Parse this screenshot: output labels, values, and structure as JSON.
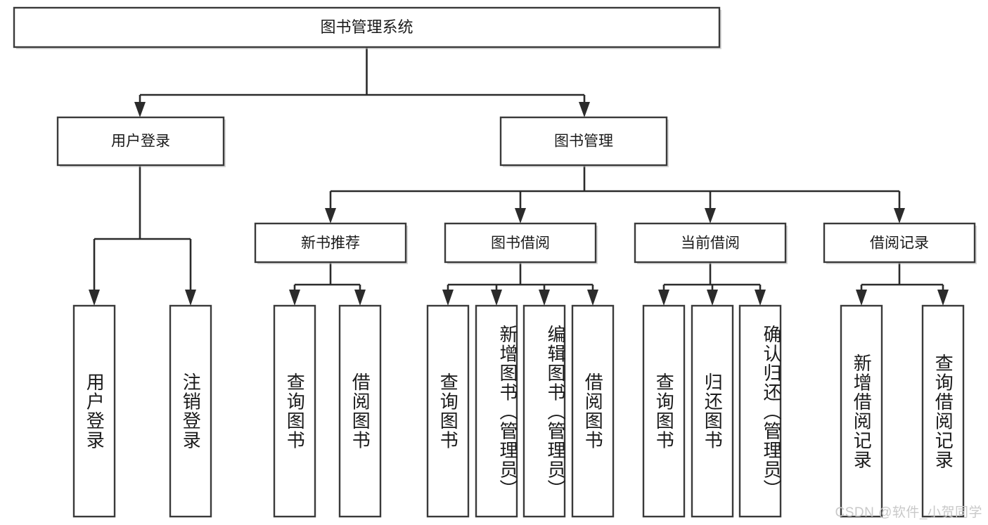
{
  "diagram": {
    "title": "图书管理系统",
    "type": "tree",
    "watermark": "CSDN @软件_小贺同学",
    "colors": {
      "box_border": "#3a3a3a",
      "box_fill": "#ffffff",
      "connector": "#2b2b2b",
      "text": "#1a1a1a",
      "watermark": "#c9c9c9"
    },
    "root": {
      "label": "图书管理系统"
    },
    "level1": [
      {
        "label": "用户登录"
      },
      {
        "label": "图书管理"
      }
    ],
    "level2": [
      {
        "label": "新书推荐"
      },
      {
        "label": "图书借阅"
      },
      {
        "label": "当前借阅"
      },
      {
        "label": "借阅记录"
      }
    ],
    "leaves": [
      {
        "label": "用户登录",
        "parent": "用户登录"
      },
      {
        "label": "注销登录",
        "parent": "用户登录"
      },
      {
        "label": "查询图书",
        "parent": "新书推荐"
      },
      {
        "label": "借阅图书",
        "parent": "新书推荐"
      },
      {
        "label": "查询图书",
        "parent": "图书借阅"
      },
      {
        "label": "新增图书（管理员）",
        "parent": "图书借阅"
      },
      {
        "label": "编辑图书（管理员）",
        "parent": "图书借阅"
      },
      {
        "label": "借阅图书",
        "parent": "图书借阅"
      },
      {
        "label": "查询图书",
        "parent": "当前借阅"
      },
      {
        "label": "归还图书",
        "parent": "当前借阅"
      },
      {
        "label": "确认归还（管理员）",
        "parent": "当前借阅"
      },
      {
        "label": "新增借阅记录",
        "parent": "借阅记录"
      },
      {
        "label": "查询借阅记录",
        "parent": "借阅记录"
      }
    ]
  }
}
